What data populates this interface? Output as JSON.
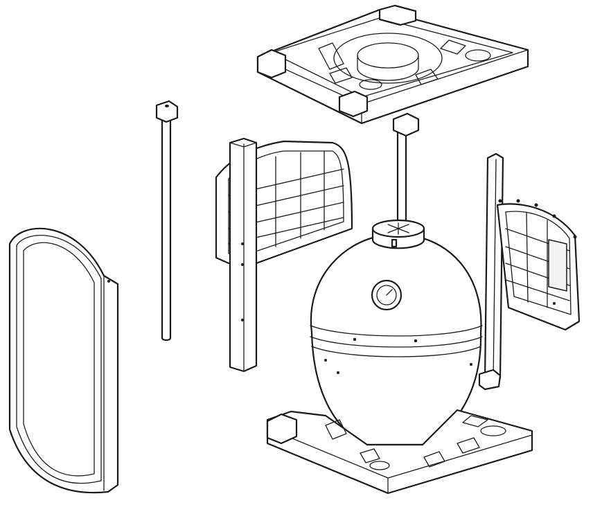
{
  "figure": {
    "line_color": "#1a1a1a",
    "background": "#ffffff",
    "parts": [
      "top-tray",
      "left-post",
      "side-frame",
      "left-side-shelf",
      "front-left-leg",
      "center-post",
      "right-leg",
      "right-side-shelf",
      "kamado-egg",
      "bottom-tray"
    ]
  }
}
